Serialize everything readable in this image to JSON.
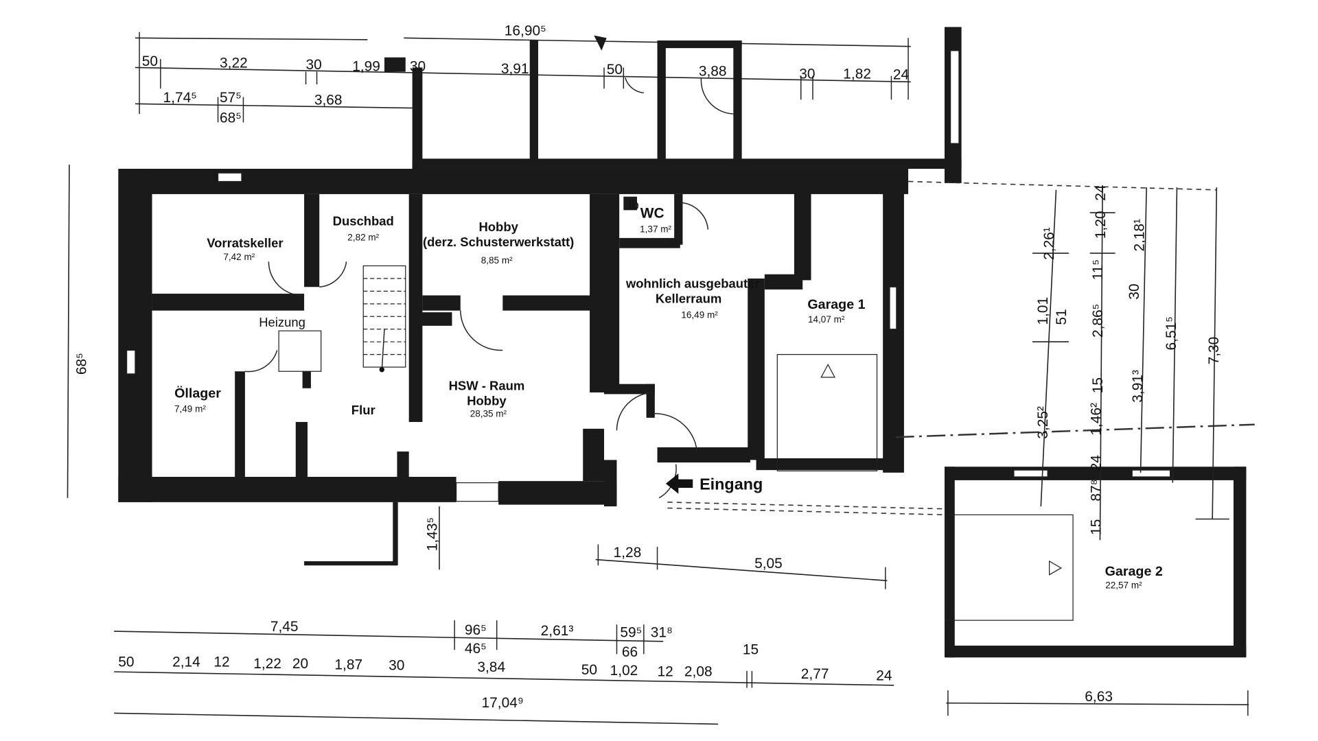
{
  "rooms": {
    "vorratskeller": {
      "name": "Vorratskeller",
      "area": "7,42 m²"
    },
    "duschbad": {
      "name": "Duschbad",
      "area": "2,82 m²"
    },
    "hobby": {
      "name": "Hobby",
      "subtitle": "(derz. Schusterwerkstatt)",
      "area": "8,85 m²"
    },
    "wc": {
      "name": "WC",
      "prefix": "fb",
      "area": "1,37 m²"
    },
    "keller": {
      "name1": "wohnlich ausgebauter",
      "name2": "Kellerraum",
      "area": "16,49 m²"
    },
    "garage1": {
      "name": "Garage 1",
      "area": "14,07 m²"
    },
    "heizung": {
      "name": "Heizung"
    },
    "oellager": {
      "name": "Öllager",
      "area": "7,49 m²"
    },
    "flur": {
      "name": "Flur"
    },
    "hsw": {
      "name1": "HSW - Raum",
      "name2": "Hobby",
      "area": "28,35 m²"
    },
    "garage2": {
      "name": "Garage 2",
      "area": "22,57 m²"
    }
  },
  "entrance": {
    "label": "Eingang",
    "icon": "arrow-left-icon"
  },
  "dimensions": {
    "top": [
      "16,90⁵",
      "50",
      "3,22",
      "30",
      "1,99",
      "30",
      "3,91",
      "50",
      "3,88",
      "30",
      "1,82",
      "24",
      "1,74⁵",
      "57⁵",
      "3,68",
      "68⁵"
    ],
    "right": [
      "24",
      "2,26¹",
      "1,20",
      "2,18¹",
      "11⁵",
      "1,01",
      "51",
      "30",
      "2,86⁵",
      "6,51⁵",
      "7,30",
      "3,91³",
      "15",
      "3,25²",
      "1,46²",
      "24",
      "87⁸",
      "15"
    ],
    "left": [
      "68⁵"
    ],
    "middle": [
      "1,43⁵",
      "1,28",
      "5,05"
    ],
    "bottom": [
      "7,45",
      "96⁵",
      "2,61³",
      "59⁵",
      "31⁸",
      "46⁵",
      "66",
      "50",
      "2,14",
      "12",
      "1,22",
      "20",
      "1,87",
      "30",
      "3,84",
      "50",
      "1,02",
      "12",
      "2,08",
      "15",
      "2,77",
      "24",
      "17,04⁹",
      "6,63"
    ]
  }
}
